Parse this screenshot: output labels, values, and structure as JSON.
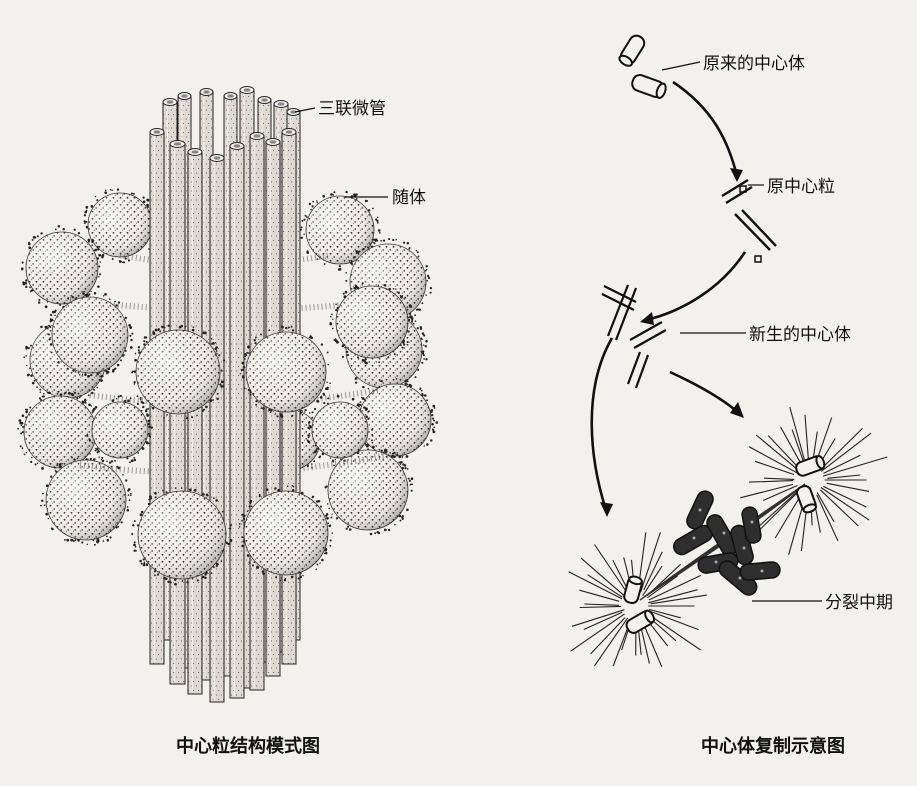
{
  "left_panel": {
    "labels": {
      "triplet_microtubules": "三联微管",
      "satellites": "随体"
    },
    "caption": "中心粒结构模式图"
  },
  "right_panel": {
    "labels": {
      "original_centrosome": "原来的中心体",
      "procentriole": "原中心粒",
      "new_centrosome": "新生的中心体",
      "metaphase": "分裂中期"
    },
    "caption": "中心体复制示意图"
  }
}
